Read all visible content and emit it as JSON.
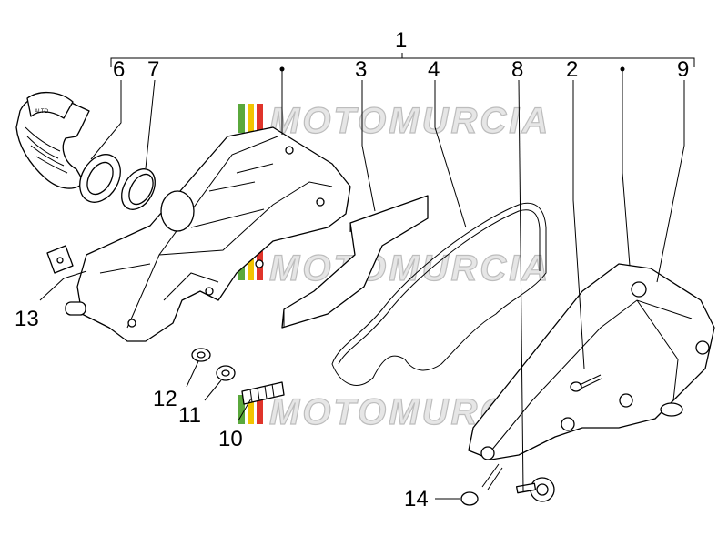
{
  "watermark": {
    "text": "MOTOMURCIA",
    "colors": [
      "#5aa83c",
      "#f2c400",
      "#e0342a"
    ]
  },
  "callouts": {
    "n1": "1",
    "n2": "2",
    "n3": "3",
    "n4": "4",
    "n6": "6",
    "n7": "7",
    "n8": "8",
    "n9": "9",
    "n10": "10",
    "n11": "11",
    "n12": "12",
    "n13": "13",
    "n14": "14"
  },
  "intake_tube_marking": "ALTO"
}
